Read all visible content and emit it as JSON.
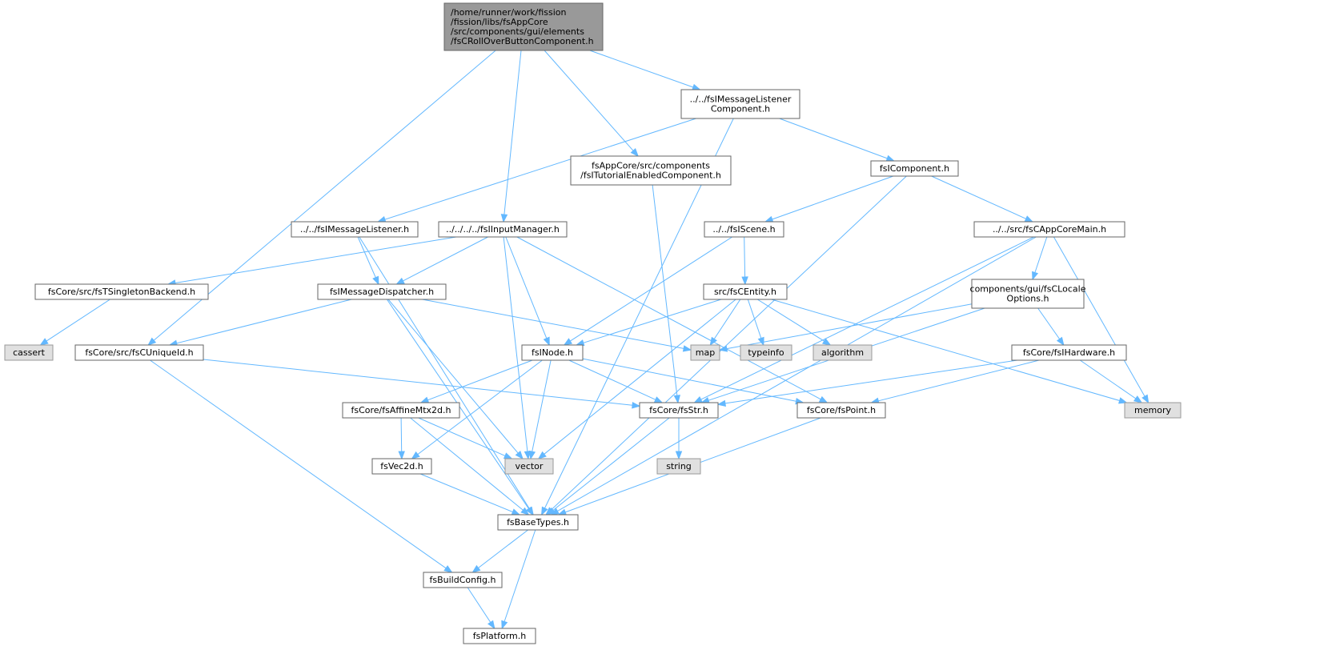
{
  "colors": {
    "edge": "#63b8ff",
    "root_fill": "#999999",
    "node_fill": "#ffffff",
    "system_fill": "#e0e0e0",
    "node_border": "#666666",
    "system_border": "#999999"
  },
  "nodes": [
    {
      "id": "root",
      "kind": "root",
      "lines": [
        "/home/runner/work/fission",
        "/fission/libs/fsAppCore",
        "/src/components/gui/elements",
        "/fsCRollOverButtonComponent.h"
      ]
    },
    {
      "id": "msglistenercomp",
      "kind": "file",
      "lines": [
        "../../fsIMessageListener",
        "Component.h"
      ]
    },
    {
      "id": "tutorial",
      "kind": "file",
      "lines": [
        "fsAppCore/src/components",
        "/fsITutorialEnabledComponent.h"
      ]
    },
    {
      "id": "icomponent",
      "kind": "file",
      "lines": [
        "fsIComponent.h"
      ]
    },
    {
      "id": "msglistener",
      "kind": "file",
      "lines": [
        "../../fsIMessageListener.h"
      ]
    },
    {
      "id": "inputmanager",
      "kind": "file",
      "lines": [
        "../../../../fsIInputManager.h"
      ]
    },
    {
      "id": "iscene",
      "kind": "file",
      "lines": [
        "../../fsIScene.h"
      ]
    },
    {
      "id": "appcoremain",
      "kind": "file",
      "lines": [
        "../../src/fsCAppCoreMain.h"
      ]
    },
    {
      "id": "singleton",
      "kind": "file",
      "lines": [
        "fsCore/src/fsTSingletonBackend.h"
      ]
    },
    {
      "id": "dispatcher",
      "kind": "file",
      "lines": [
        "fsIMessageDispatcher.h"
      ]
    },
    {
      "id": "centity",
      "kind": "file",
      "lines": [
        "src/fsCEntity.h"
      ]
    },
    {
      "id": "locale",
      "kind": "file",
      "lines": [
        "components/gui/fsCLocale",
        "Options.h"
      ]
    },
    {
      "id": "cassert",
      "kind": "system",
      "lines": [
        "cassert"
      ]
    },
    {
      "id": "uniqueid",
      "kind": "file",
      "lines": [
        "fsCore/src/fsCUniqueId.h"
      ]
    },
    {
      "id": "inode",
      "kind": "file",
      "lines": [
        "fsINode.h"
      ]
    },
    {
      "id": "map",
      "kind": "system",
      "lines": [
        "map"
      ]
    },
    {
      "id": "typeinfo",
      "kind": "system",
      "lines": [
        "typeinfo"
      ]
    },
    {
      "id": "algorithm",
      "kind": "system",
      "lines": [
        "algorithm"
      ]
    },
    {
      "id": "hardware",
      "kind": "file",
      "lines": [
        "fsCore/fsIHardware.h"
      ]
    },
    {
      "id": "affine",
      "kind": "file",
      "lines": [
        "fsCore/fsAffineMtx2d.h"
      ]
    },
    {
      "id": "fsstr",
      "kind": "file",
      "lines": [
        "fsCore/fsStr.h"
      ]
    },
    {
      "id": "fspoint",
      "kind": "file",
      "lines": [
        "fsCore/fsPoint.h"
      ]
    },
    {
      "id": "memory",
      "kind": "system",
      "lines": [
        "memory"
      ]
    },
    {
      "id": "vec2d",
      "kind": "file",
      "lines": [
        "fsVec2d.h"
      ]
    },
    {
      "id": "vector",
      "kind": "system",
      "lines": [
        "vector"
      ]
    },
    {
      "id": "string",
      "kind": "system",
      "lines": [
        "string"
      ]
    },
    {
      "id": "basetypes",
      "kind": "file",
      "lines": [
        "fsBaseTypes.h"
      ]
    },
    {
      "id": "buildconfig",
      "kind": "file",
      "lines": [
        "fsBuildConfig.h"
      ]
    },
    {
      "id": "platform",
      "kind": "file",
      "lines": [
        "fsPlatform.h"
      ]
    }
  ],
  "edges": [
    {
      "from": "root",
      "to": "msglistenercomp"
    },
    {
      "from": "root",
      "to": "tutorial"
    },
    {
      "from": "root",
      "to": "inputmanager"
    },
    {
      "from": "root",
      "to": "uniqueid"
    },
    {
      "from": "msglistenercomp",
      "to": "icomponent"
    },
    {
      "from": "msglistenercomp",
      "to": "msglistener"
    },
    {
      "from": "msglistenercomp",
      "to": "basetypes"
    },
    {
      "from": "tutorial",
      "to": "fsstr"
    },
    {
      "from": "icomponent",
      "to": "iscene"
    },
    {
      "from": "icomponent",
      "to": "appcoremain"
    },
    {
      "from": "icomponent",
      "to": "basetypes"
    },
    {
      "from": "msglistener",
      "to": "dispatcher"
    },
    {
      "from": "msglistener",
      "to": "basetypes"
    },
    {
      "from": "inputmanager",
      "to": "singleton"
    },
    {
      "from": "inputmanager",
      "to": "dispatcher"
    },
    {
      "from": "inputmanager",
      "to": "inode"
    },
    {
      "from": "inputmanager",
      "to": "vector"
    },
    {
      "from": "inputmanager",
      "to": "fspoint"
    },
    {
      "from": "iscene",
      "to": "centity"
    },
    {
      "from": "iscene",
      "to": "inode"
    },
    {
      "from": "appcoremain",
      "to": "locale"
    },
    {
      "from": "appcoremain",
      "to": "memory"
    },
    {
      "from": "appcoremain",
      "to": "fsstr"
    },
    {
      "from": "appcoremain",
      "to": "basetypes"
    },
    {
      "from": "singleton",
      "to": "cassert"
    },
    {
      "from": "dispatcher",
      "to": "uniqueid"
    },
    {
      "from": "dispatcher",
      "to": "map"
    },
    {
      "from": "dispatcher",
      "to": "vector"
    },
    {
      "from": "dispatcher",
      "to": "basetypes"
    },
    {
      "from": "centity",
      "to": "inode"
    },
    {
      "from": "centity",
      "to": "map"
    },
    {
      "from": "centity",
      "to": "typeinfo"
    },
    {
      "from": "centity",
      "to": "algorithm"
    },
    {
      "from": "centity",
      "to": "memory"
    },
    {
      "from": "centity",
      "to": "vector"
    },
    {
      "from": "locale",
      "to": "map"
    },
    {
      "from": "locale",
      "to": "hardware"
    },
    {
      "from": "locale",
      "to": "fsstr"
    },
    {
      "from": "uniqueid",
      "to": "fsstr"
    },
    {
      "from": "uniqueid",
      "to": "buildconfig"
    },
    {
      "from": "inode",
      "to": "affine"
    },
    {
      "from": "inode",
      "to": "fsstr"
    },
    {
      "from": "inode",
      "to": "fspoint"
    },
    {
      "from": "inode",
      "to": "vec2d"
    },
    {
      "from": "inode",
      "to": "vector"
    },
    {
      "from": "hardware",
      "to": "fsstr"
    },
    {
      "from": "hardware",
      "to": "fspoint"
    },
    {
      "from": "hardware",
      "to": "memory"
    },
    {
      "from": "affine",
      "to": "vec2d"
    },
    {
      "from": "affine",
      "to": "vector"
    },
    {
      "from": "affine",
      "to": "basetypes"
    },
    {
      "from": "fsstr",
      "to": "string"
    },
    {
      "from": "fsstr",
      "to": "basetypes"
    },
    {
      "from": "fspoint",
      "to": "basetypes"
    },
    {
      "from": "vec2d",
      "to": "basetypes"
    },
    {
      "from": "basetypes",
      "to": "buildconfig"
    },
    {
      "from": "basetypes",
      "to": "platform"
    },
    {
      "from": "buildconfig",
      "to": "platform"
    }
  ]
}
